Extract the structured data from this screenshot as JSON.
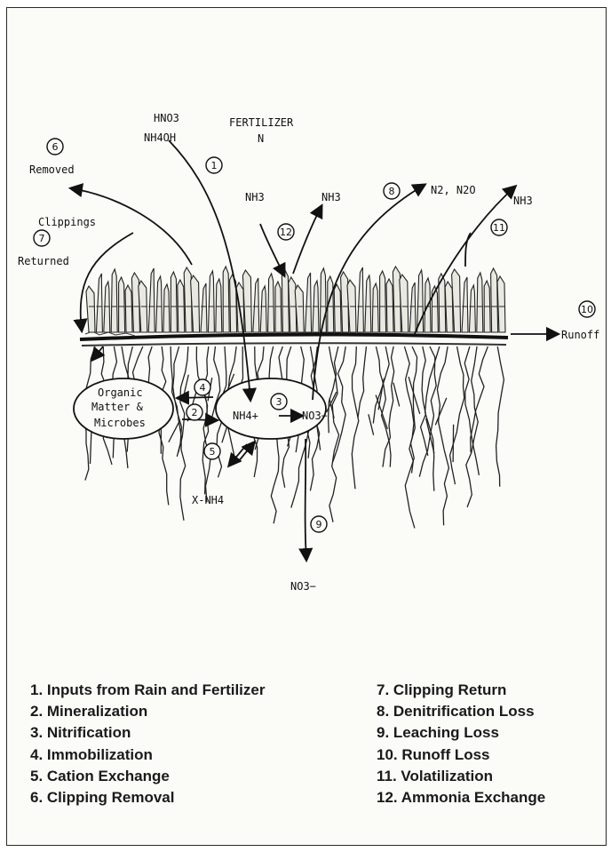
{
  "diagram": {
    "labels": {
      "hno3": "HNO3",
      "nh4oh": "NH4OH",
      "fertilizer": "FERTILIZER",
      "n": "N",
      "removed": "Removed",
      "clippings": "Clippings",
      "returned": "Returned",
      "nh3_left": "NH3",
      "nh3_mid": "NH3",
      "n2_n2o": "N2, N2O",
      "nh3_right": "NH3",
      "runoff": "Runoff",
      "organic": "Organic",
      "matter": "Matter &",
      "microbes": "Microbes",
      "nh4_plus": "NH4+",
      "no3_pool": "NO3−",
      "x_nh4": "X-NH4",
      "no3_bottom": "NO3−"
    },
    "markers": [
      "1",
      "2",
      "3",
      "4",
      "5",
      "6",
      "7",
      "8",
      "9",
      "10",
      "11",
      "12"
    ]
  },
  "legend": {
    "left": [
      "1. Inputs from Rain and Fertilizer",
      "2. Mineralization",
      "3. Nitrification",
      "4. Immobilization",
      "5. Cation Exchange",
      "6. Clipping Removal"
    ],
    "right": [
      "7. Clipping Return",
      "8. Denitrification Loss",
      "9. Leaching Loss",
      "10. Runoff Loss",
      "11. Volatilization",
      "12. Ammonia Exchange"
    ]
  }
}
